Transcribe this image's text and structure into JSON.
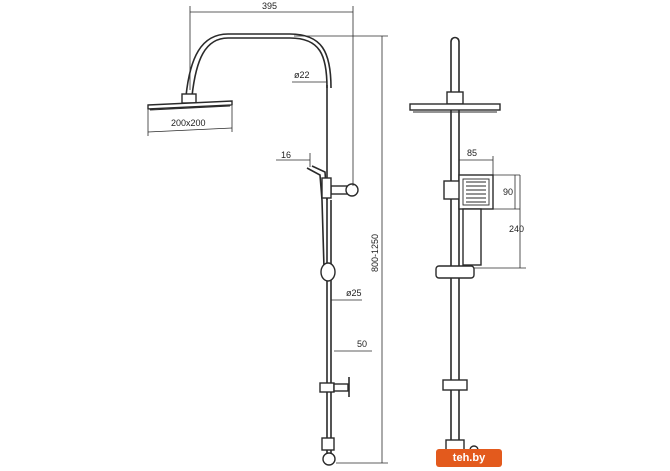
{
  "diagram": {
    "dimensions": {
      "width": "395",
      "height": "800-1250",
      "head_size": "200x200",
      "upper_diameter": "ø22",
      "lower_diameter": "ø25",
      "hose_angle": "16",
      "holder_offset": "50",
      "hand_shower_depth": "85",
      "hand_shower_height": "90",
      "slider_distance": "240"
    }
  },
  "watermark": {
    "text": "teh.by",
    "color": "#e35a1d"
  },
  "colors": {
    "line": "#2a2a2a",
    "background": "#ffffff"
  }
}
